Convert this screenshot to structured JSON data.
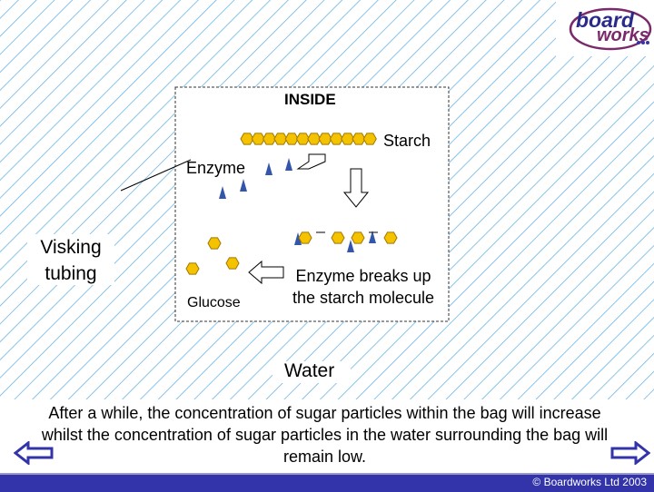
{
  "logo": {
    "line1": "board",
    "line2": "works"
  },
  "diagram": {
    "inside_label": "INSIDE",
    "starch_label": "Starch",
    "enzyme_label": "Enzyme",
    "visking_label": "Visking\ntubing",
    "breaks_label": "Enzyme breaks up\nthe starch molecule",
    "glucose_label": "Glucose",
    "water_label": "Water"
  },
  "caption": "After a while, the concentration of sugar particles within the bag will increase whilst the concentration of sugar particles in the water surrounding the bag will remain low.",
  "footer": {
    "copyright": "© Boardworks Ltd 2003"
  },
  "colors": {
    "hatch": "#5aaae0",
    "glucose_fill": "#f5c200",
    "glucose_stroke": "#a07800",
    "enzyme_fill": "#3355aa",
    "nav_arrow": "#3333aa",
    "footer_bar": "#3333aa",
    "logo_ring": "#7a2a6a"
  },
  "nav": {
    "prev_icon": "left-arrow-icon",
    "next_icon": "right-arrow-icon"
  }
}
